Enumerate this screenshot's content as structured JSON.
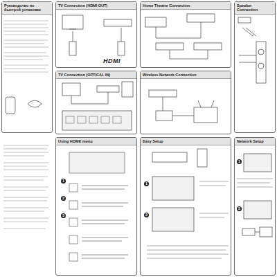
{
  "diagram": {
    "nodes": [
      {
        "text": [
          "Руководство по быстрой установке"
        ]
      },
      {
        "text": [
          "TV Connection (HDMI OUT)"
        ]
      },
      {
        "text": [
          "Home Theatre Connection"
        ]
      },
      {
        "text": [
          "Speaker Connection"
        ]
      },
      {
        "text": [
          "TV Connection (OPTICAL IN)"
        ]
      },
      {
        "text": [
          "Wireless Network Connection"
        ]
      },
      {
        "text": [
          "Using HOME menu"
        ]
      },
      {
        "text": [
          "Easy Setup"
        ]
      },
      {
        "text": [
          "Network Setup"
        ]
      }
    ],
    "labels": [
      "HDMI",
      "1",
      "2",
      "3",
      "1",
      "2",
      "1",
      "2"
    ]
  }
}
